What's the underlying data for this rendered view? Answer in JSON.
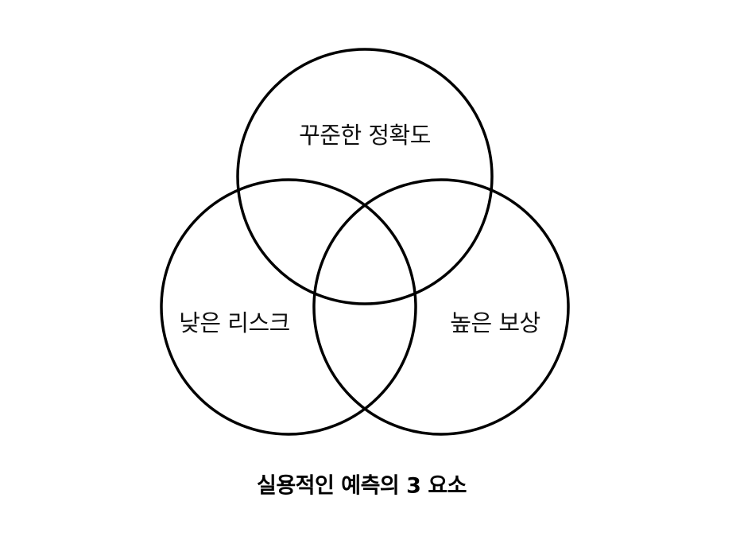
{
  "diagram": {
    "type": "venn",
    "sets": [
      {
        "id": "top",
        "label": "꾸준한 정확도"
      },
      {
        "id": "left",
        "label": "낮은 리스크"
      },
      {
        "id": "right",
        "label": "높은 보상"
      }
    ],
    "caption": "실용적인 예측의 3 요소",
    "stroke_color": "#000000",
    "background_color": "#ffffff"
  }
}
